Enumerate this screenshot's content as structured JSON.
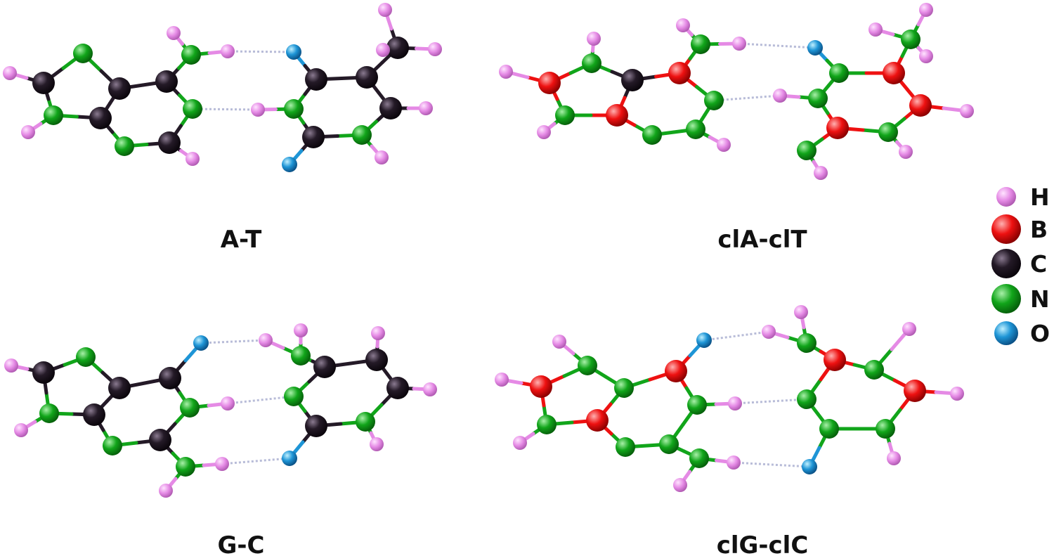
{
  "colors": {
    "H": "#e58ae5",
    "B": "#ee1111",
    "C": "#241a27",
    "N": "#11a51a",
    "O": "#1e95d6",
    "hbond": "#b8bcd8"
  },
  "legend": [
    {
      "symbol": "H",
      "color_key": "H"
    },
    {
      "symbol": "B",
      "color_key": "B"
    },
    {
      "symbol": "C",
      "color_key": "C"
    },
    {
      "symbol": "N",
      "color_key": "N"
    },
    {
      "symbol": "O",
      "color_key": "O"
    }
  ],
  "panels": [
    {
      "id": "at",
      "label": "A-T"
    },
    {
      "id": "clat",
      "label": "clA-clT"
    },
    {
      "id": "gc",
      "label": "G-C"
    },
    {
      "id": "clgc",
      "label": "clG-clC"
    }
  ]
}
